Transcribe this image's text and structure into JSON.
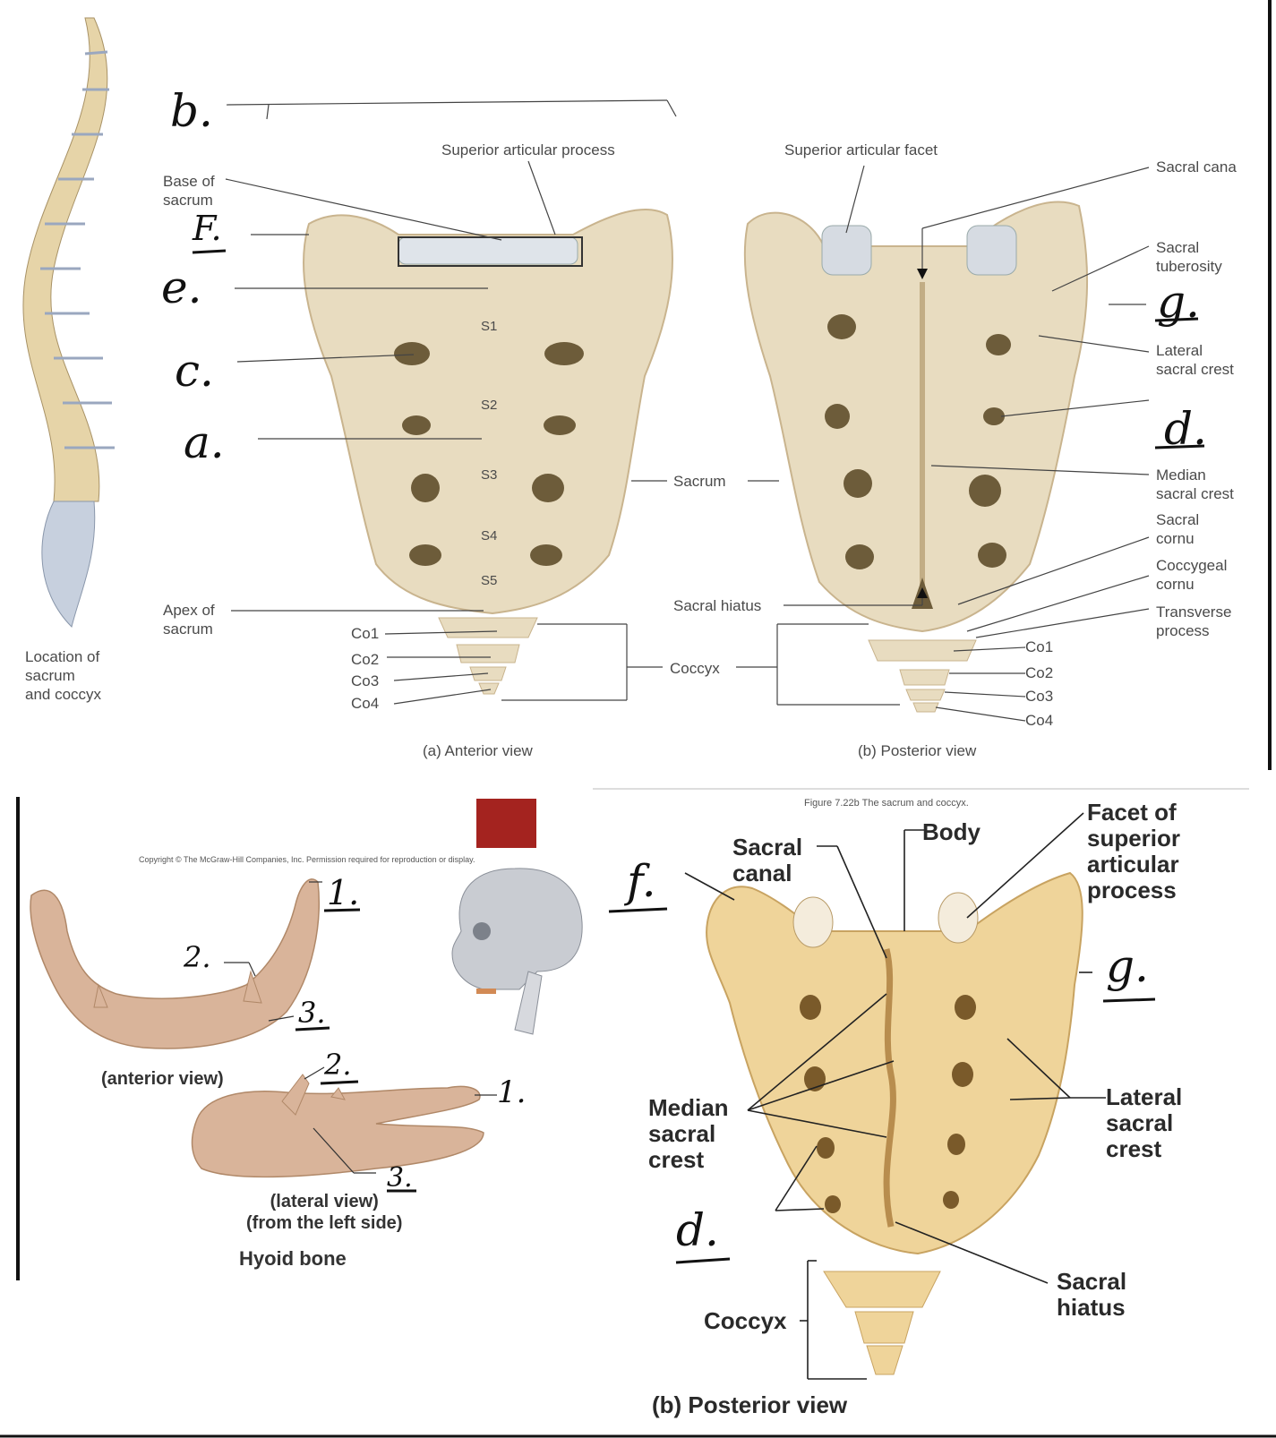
{
  "anterior": {
    "title": "(a) Anterior view",
    "labels": {
      "superior_articular_process": "Superior articular process",
      "base_of_sacrum": "Base of\nsacrum",
      "apex_of_sacrum": "Apex of\nsacrum",
      "location": "Location of\nsacrum\nand coccyx",
      "co1": "Co1",
      "co2": "Co2",
      "co3": "Co3",
      "co4": "Co4",
      "s1": "S1",
      "s2": "S2",
      "s3": "S3",
      "s4": "S4",
      "s5": "S5",
      "sacrum": "Sacrum",
      "coccyx": "Coccyx"
    },
    "handwritten": {
      "b": "b.",
      "f": "F.",
      "e": "e.",
      "c": "c.",
      "a": "a."
    }
  },
  "posterior": {
    "title": "(b) Posterior view",
    "labels": {
      "superior_articular_facet": "Superior articular facet",
      "sacral_canal": "Sacral cana",
      "sacral_tuberosity": "Sacral\ntuberosity",
      "lateral_sacral_crest": "Lateral\nsacral crest",
      "median_sacral_crest": "Median\nsacral crest",
      "sacral_cornu": "Sacral\ncornu",
      "coccygeal_cornu": "Coccygeal\ncornu",
      "transverse_process": "Transverse\nprocess",
      "sacral_hiatus": "Sacral hiatus",
      "co1": "Co1",
      "co2": "Co2",
      "co3": "Co3",
      "co4": "Co4"
    },
    "handwritten": {
      "g": "g.",
      "d": "d."
    }
  },
  "hyoid": {
    "copyright": "Copyright © The McGraw-Hill Companies, Inc. Permission required for reproduction or display.",
    "anterior_caption": "(anterior view)",
    "lateral_caption": "(lateral view)\n(from the left side)",
    "title": "Hyoid bone",
    "handwritten": {
      "one_a": "1.",
      "two_a": "2.",
      "three_a": "3.",
      "one_b": "1.",
      "two_b": "2.",
      "three_b": "3."
    }
  },
  "figure_b": {
    "figure_title": "Figure 7.22b  The sacrum and coccyx.",
    "labels": {
      "sacral_canal": "Sacral\ncanal",
      "body": "Body",
      "facet": "Facet of\nsuperior\narticular\nprocess",
      "median_sacral_crest": "Median\nsacral\ncrest",
      "lateral_sacral_crest": "Lateral\nsacral\ncrest",
      "sacral_hiatus": "Sacral\nhiatus",
      "coccyx": "Coccyx",
      "view_title": "(b) Posterior view"
    },
    "handwritten": {
      "f": "f.",
      "g": "g.",
      "d": "d."
    }
  },
  "colors": {
    "bone": "#e8dcc0",
    "bone_shadow": "#c9b48e",
    "hyoid": "#d9b49a",
    "figure_bone": "#efd49a",
    "accent_red": "#a4231f"
  }
}
